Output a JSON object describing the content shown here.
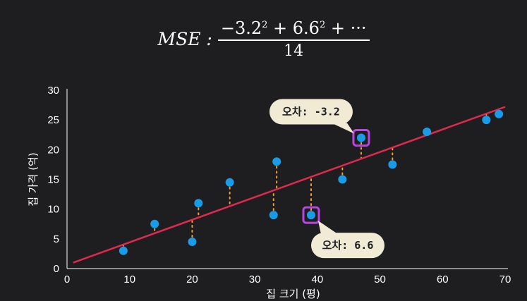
{
  "formula": {
    "lhs": "MSE :",
    "numerator_terms": [
      "−3.2",
      "2",
      " + 6.6",
      "2",
      " + ···"
    ],
    "denominator": "14"
  },
  "colors": {
    "background": "#1e1e21",
    "point": "#1a9be8",
    "regression_line": "#e0294f",
    "residual": "#f0a030",
    "highlight": "#b845e0",
    "callout_bg": "#f1ebd6",
    "callout_text": "#1e1e21",
    "text": "#ffffff"
  },
  "chart_data": {
    "type": "scatter",
    "xlabel": "집 크기 (평)",
    "ylabel": "집 가격 (억)",
    "xlim": [
      0,
      70
    ],
    "ylim": [
      0,
      30
    ],
    "xticks": [
      0,
      10,
      20,
      30,
      40,
      50,
      60,
      70
    ],
    "yticks": [
      0,
      5,
      10,
      15,
      20,
      25,
      30
    ],
    "points": [
      {
        "x": 9,
        "y": 3
      },
      {
        "x": 14,
        "y": 7.5
      },
      {
        "x": 20,
        "y": 4.5
      },
      {
        "x": 21,
        "y": 11
      },
      {
        "x": 26,
        "y": 14.5
      },
      {
        "x": 33,
        "y": 9
      },
      {
        "x": 33.5,
        "y": 18
      },
      {
        "x": 39,
        "y": 9,
        "highlight": true
      },
      {
        "x": 44,
        "y": 15
      },
      {
        "x": 47,
        "y": 22,
        "highlight": true
      },
      {
        "x": 52,
        "y": 17.5
      },
      {
        "x": 57.5,
        "y": 23
      },
      {
        "x": 67,
        "y": 25
      },
      {
        "x": 69,
        "y": 26
      }
    ],
    "regression_line": {
      "x0": 1,
      "y0": 1,
      "x1": 70,
      "y1": 27.2
    },
    "residuals_shown": true,
    "annotations": [
      {
        "text": "오차: -3.2",
        "x": 47,
        "y": 22
      },
      {
        "text": "오차: 6.6",
        "x": 39,
        "y": 9
      }
    ],
    "grid": false,
    "legend": "none"
  }
}
